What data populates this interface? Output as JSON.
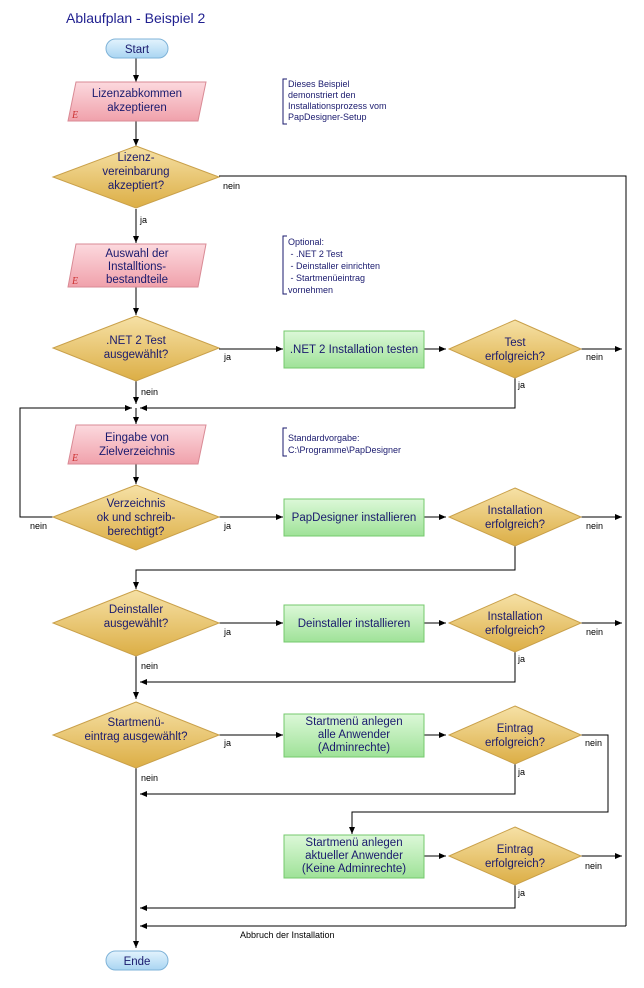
{
  "title": "Ablaufplan - Beispiel 2",
  "terminals": {
    "start": "Start",
    "end": "Ende"
  },
  "inputs": {
    "lizenz": [
      "Lizenzabkommen",
      "akzeptieren"
    ],
    "auswahl": [
      "Auswahl der",
      "Installtions-",
      "bestandteile"
    ],
    "ziel": [
      "Eingabe von",
      "Zielverzeichnis"
    ],
    "marker": "E"
  },
  "decisions": {
    "d1": [
      "Lizenz-",
      "vereinbarung",
      "akzeptiert?"
    ],
    "d2": [
      ".NET 2 Test",
      "ausgewählt?"
    ],
    "d3": [
      "Test",
      "erfolgreich?"
    ],
    "d4": [
      "Verzeichnis",
      "ok und schreib-",
      "berechtigt?"
    ],
    "d5": [
      "Installation",
      "erfolgreich?"
    ],
    "d6": [
      "Deinstaller",
      "ausgewählt?"
    ],
    "d7": [
      "Installation",
      "erfolgreich?"
    ],
    "d8": [
      "Startmenü-",
      "eintrag ausgewählt?"
    ],
    "d9": [
      "Eintrag",
      "erfolgreich?"
    ],
    "d10": [
      "Eintrag",
      "erfolgreich?"
    ]
  },
  "processes": {
    "p1": [
      ".NET 2 Installation testen"
    ],
    "p2": [
      "PapDesigner installieren"
    ],
    "p3": [
      "Deinstaller installieren"
    ],
    "p4": [
      "Startmenü anlegen",
      "alle Anwender",
      "(Adminrechte)"
    ],
    "p5": [
      "Startmenü anlegen",
      "aktueller Anwender",
      "(Keine Adminrechte)"
    ]
  },
  "comments": {
    "c1": [
      "Dieses Beispiel",
      "demonstriert den",
      "Installationsprozess vom",
      "PapDesigner-Setup"
    ],
    "c2": [
      "Optional:",
      " - .NET 2 Test",
      " - Deinstaller einrichten",
      " - Startmenüeintrag",
      "vornehmen"
    ],
    "c3": [
      "Standardvorgabe:",
      "C:\\Programme\\PapDesigner"
    ]
  },
  "labels": {
    "ja": "ja",
    "nein": "nein",
    "abbruch": "Abbruch der Installation"
  },
  "colors": {
    "terminal": "#bfe0f5",
    "input": "#f6b9c1",
    "decision": "#e9c466",
    "process": "#b6eeb1",
    "text": "#1a1a6e",
    "title": "#1f1f8f"
  }
}
